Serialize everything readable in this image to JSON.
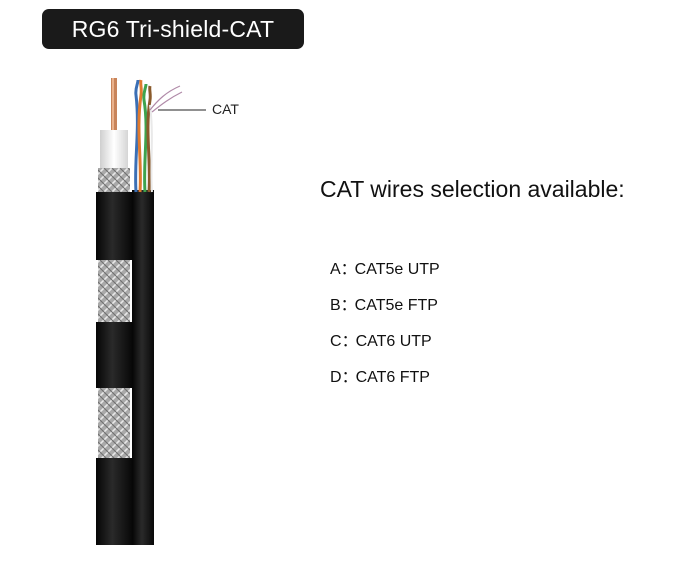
{
  "title": "RG6 Tri-shield-CAT",
  "callout_label": "CAT",
  "heading": "CAT wires selection available:",
  "options": [
    {
      "letter": "A",
      "text": "CAT5e UTP"
    },
    {
      "letter": "B",
      "text": "CAT5e FTP"
    },
    {
      "letter": "C",
      "text": "CAT6 UTP"
    },
    {
      "letter": "D",
      "text": "CAT6 FTP"
    }
  ],
  "separator": "：",
  "colors": {
    "badge": "#1a1a1a",
    "jacket": "#161616",
    "braid": "#b8b8b8",
    "copper": "#c8845a"
  }
}
